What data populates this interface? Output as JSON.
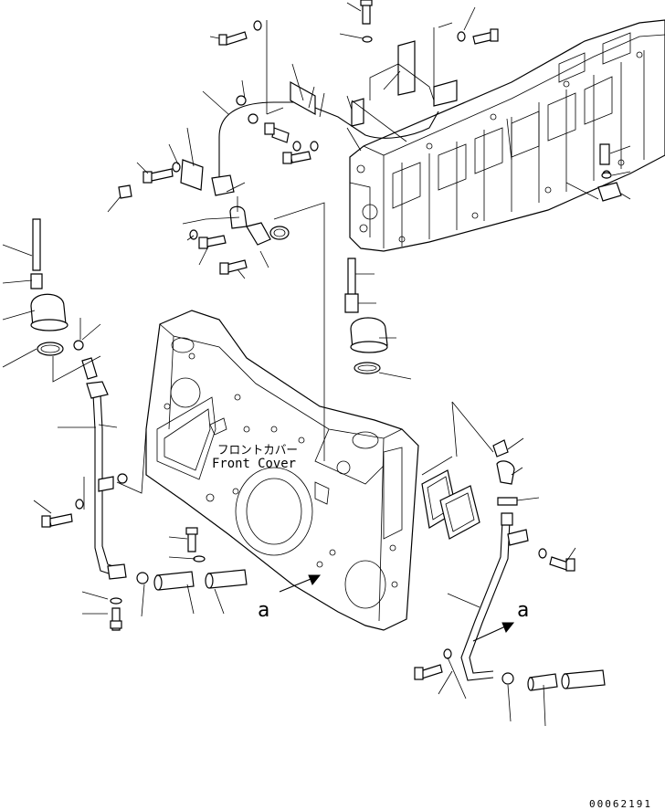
{
  "labels": {
    "front_cover_jp": "フロントカバー",
    "front_cover_en": "Front Cover",
    "view_marker_left": "a",
    "view_marker_right": "a",
    "drawing_number": "00062191"
  }
}
